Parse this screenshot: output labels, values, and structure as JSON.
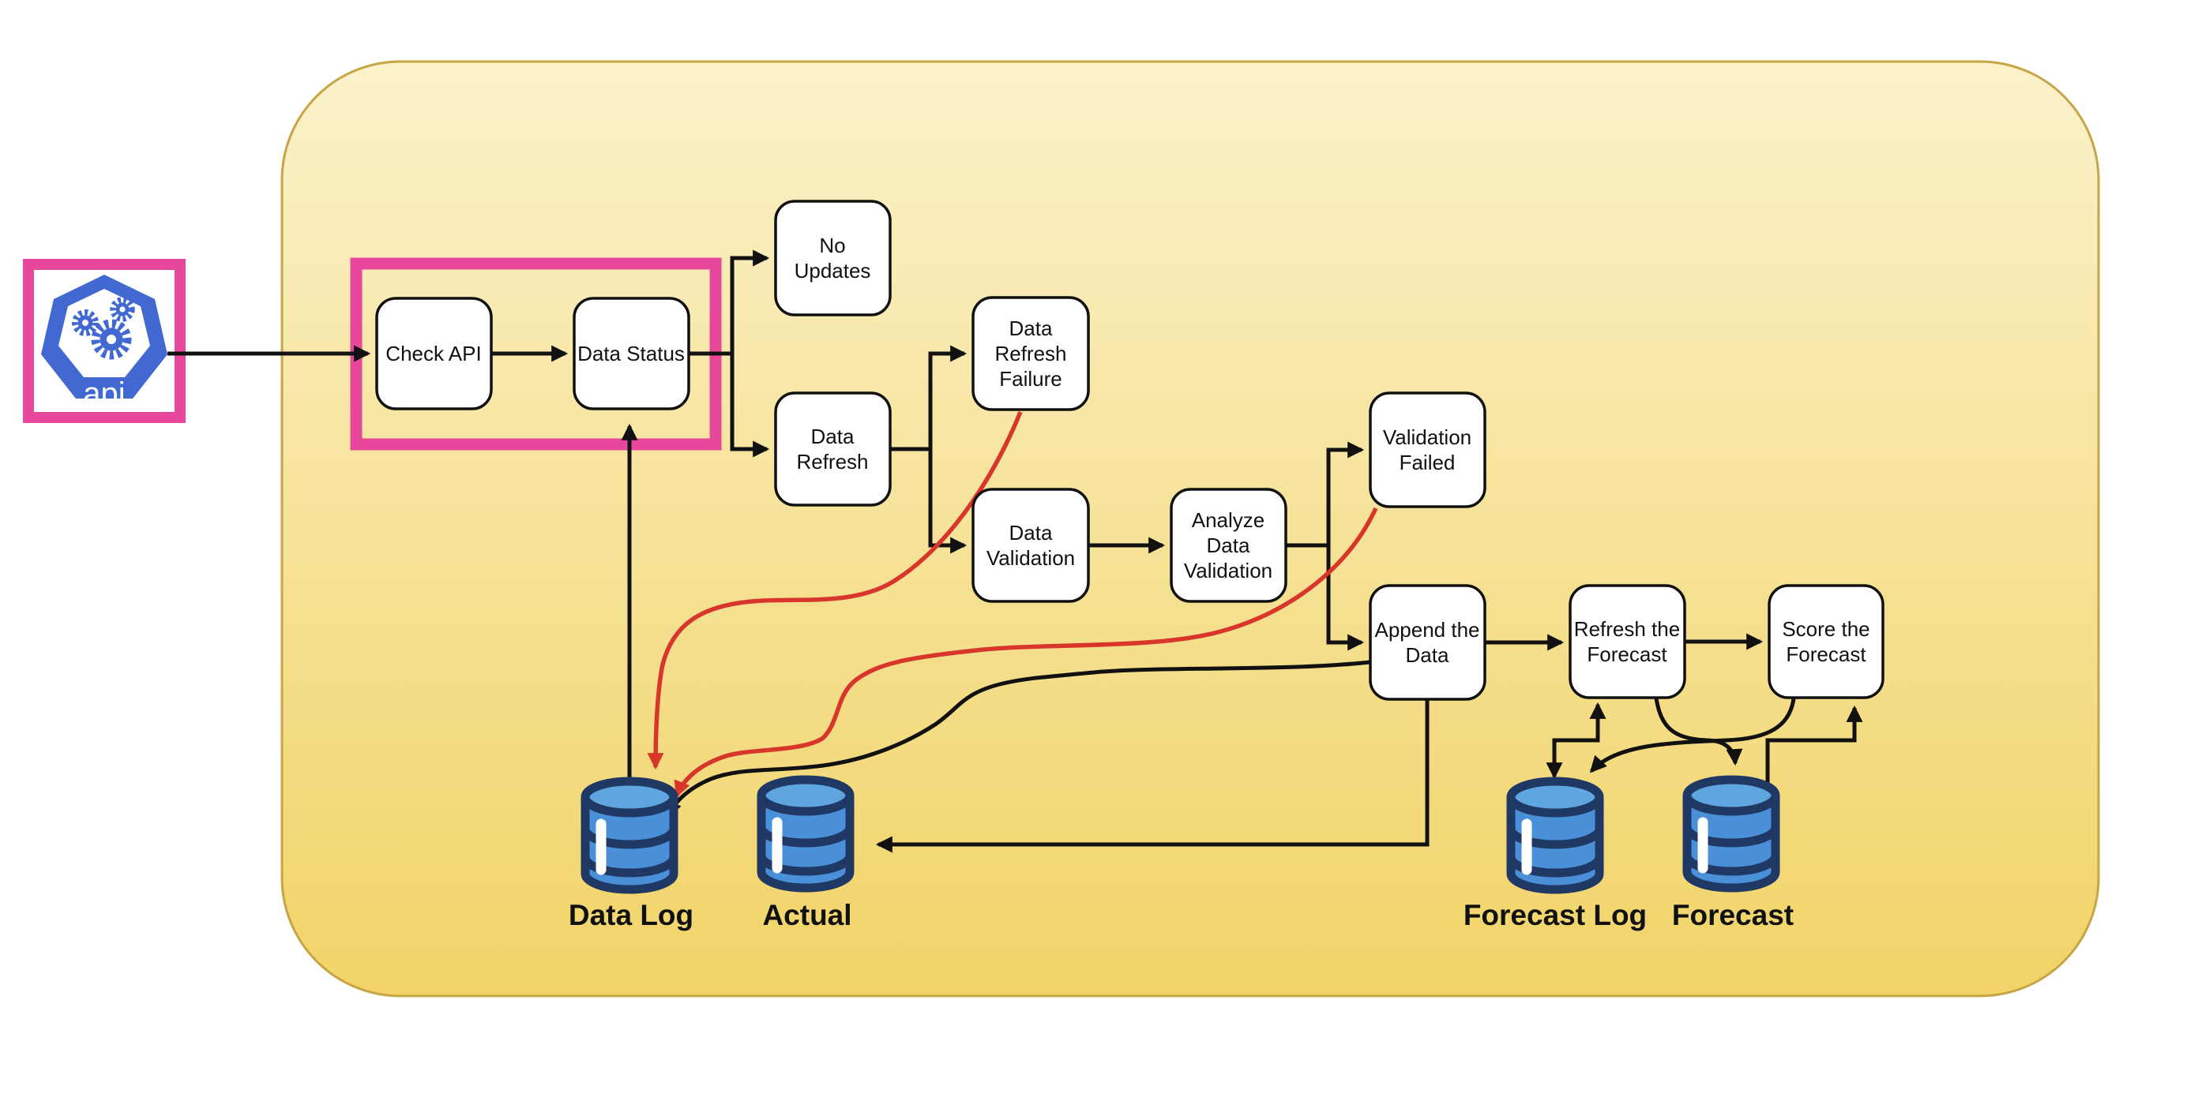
{
  "colors": {
    "page_bg": "#ffffff",
    "container_top": "#FBF2CB",
    "container_bottom": "#F1D367",
    "container_border": "#C7A544",
    "highlight_pink": "#E8489B",
    "node_fill": "#ffffff",
    "node_border": "#111111",
    "edge_black": "#111111",
    "edge_red": "#D8352B",
    "api_blue": "#4268D2",
    "db_outline": "#1F3864",
    "db_body": "#4A90D8",
    "db_top": "#5FA6E0",
    "db_highlight": "#ffffff"
  },
  "api": {
    "label": "api"
  },
  "nodes": {
    "check_api": {
      "lines": [
        "Check API"
      ]
    },
    "data_status": {
      "lines": [
        "Data Status"
      ]
    },
    "no_updates": {
      "lines": [
        "No",
        "Updates"
      ]
    },
    "data_refresh": {
      "lines": [
        "Data",
        "Refresh"
      ]
    },
    "data_refresh_failure": {
      "lines": [
        "Data",
        "Refresh",
        "Failure"
      ]
    },
    "data_validation": {
      "lines": [
        "Data",
        "Validation"
      ]
    },
    "analyze_data_validation": {
      "lines": [
        "Analyze",
        "Data",
        "Validation"
      ]
    },
    "validation_failed": {
      "lines": [
        "Validation",
        "Failed"
      ]
    },
    "append_the_data": {
      "lines": [
        "Append the",
        "Data"
      ]
    },
    "refresh_the_forecast": {
      "lines": [
        "Refresh the",
        "Forecast"
      ]
    },
    "score_the_forecast": {
      "lines": [
        "Score the",
        "Forecast"
      ]
    }
  },
  "databases": {
    "data_log": {
      "label": "Data Log"
    },
    "actual": {
      "label": "Actual"
    },
    "forecast_log": {
      "label": "Forecast Log"
    },
    "forecast": {
      "label": "Forecast"
    }
  }
}
